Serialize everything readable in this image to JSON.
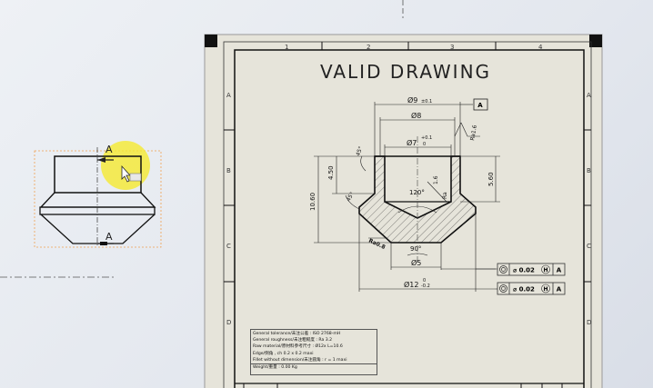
{
  "sheet": {
    "title": "VALID DRAWING",
    "columns": [
      "1",
      "2",
      "3",
      "4"
    ],
    "rows": [
      "A",
      "B",
      "C",
      "D"
    ]
  },
  "view_label": "A",
  "dimensions": {
    "d9": "Ø9",
    "d9_tol": "±0.1",
    "d8": "Ø8",
    "d7": "Ø7",
    "d7_tol_up": "+0.1",
    "d7_tol_low": "0",
    "d5": "Ø5",
    "d12": "Ø12",
    "d12_tol_up": "0",
    "d12_tol_low": "-0.2",
    "h450": "4.50",
    "h1060": "10.60",
    "h560": "5.60",
    "angle120": "120°",
    "angle90": "90°",
    "chamfer45a": "45°",
    "chamfer45b": "45°",
    "ra16_top": "Ra1.6",
    "ra16_mid_val": "1.6",
    "ra16_mid": "Ra",
    "ra08": "Ra0.8",
    "datum": "A"
  },
  "tolerance_frames": [
    {
      "symbol": "concentricity",
      "value": "⌀ 0.02",
      "modifier": "H",
      "datum": "A"
    },
    {
      "symbol": "concentricity",
      "value": "⌀ 0.02",
      "modifier": "H",
      "datum": "A"
    }
  ],
  "notes": [
    "General tolerance/未注公差 : ISO 2768-mH",
    "General roughness/未注粗糙度 : Ra 3.2",
    "Raw material/原材料参考尺寸 : Ø12x L=10.6",
    "Edge/倒角 , ch 0.2 x 0.2 maxi",
    "Fillet without dimension/未注圆角 : r = 1 maxi"
  ],
  "weight": "Weight/重量 : 0.00 Kg",
  "colors": {
    "sheet": "#e6e4da",
    "selection": "#f0a050",
    "highlight": "#f5ea30"
  }
}
